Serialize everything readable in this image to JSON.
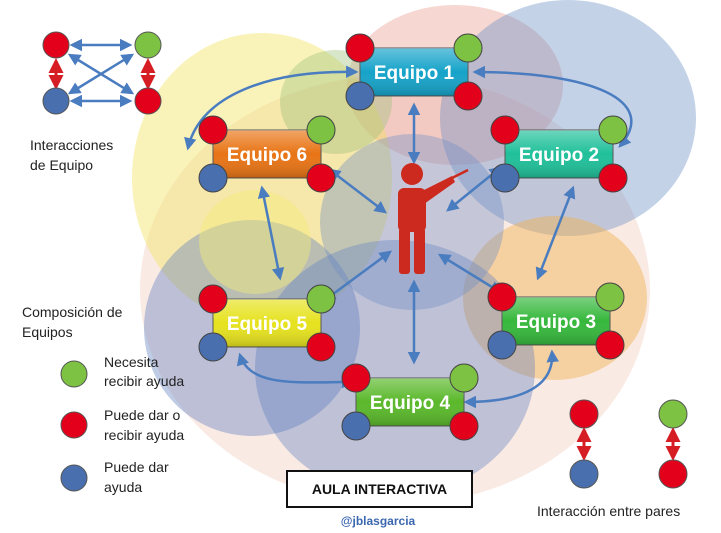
{
  "colors": {
    "need_help": "#7dc242",
    "give_receive": "#e3001b",
    "give_help": "#4a6fae",
    "arrow": "#4a7cc0",
    "pair_arrow": "#d61d24",
    "teacher": "#cc2a1e"
  },
  "teams": [
    {
      "label": "Equipo 1",
      "color": "#16a3c9"
    },
    {
      "label": "Equipo 2",
      "color": "#1fc09a"
    },
    {
      "label": "Equipo 3",
      "color": "#36b83c"
    },
    {
      "label": "Equipo 4",
      "color": "#5ab82a"
    },
    {
      "label": "Equipo 5",
      "color": "#e6e21e"
    },
    {
      "label": "Equipo 6",
      "color": "#e87415"
    }
  ],
  "team_interactions": {
    "line1": "Interacciones",
    "line2": "de Equipo"
  },
  "composition": {
    "line1": "Composición de",
    "line2": "Equipos"
  },
  "legend": [
    {
      "line1": "Necesita",
      "line2": "recibir ayuda",
      "color": "#7dc242"
    },
    {
      "line1": "Puede dar  o",
      "line2": "recibir ayuda",
      "color": "#e3001b"
    },
    {
      "line1": "Puede dar",
      "line2": "ayuda",
      "color": "#4a6fae"
    }
  ],
  "center_title": "AULA INTERACTIVA",
  "handle": "@jblasgarcia",
  "handle_color": "#3b67b0",
  "pair_interaction": "Interacción entre pares",
  "teacher_icon": "teacher-pointing-icon"
}
